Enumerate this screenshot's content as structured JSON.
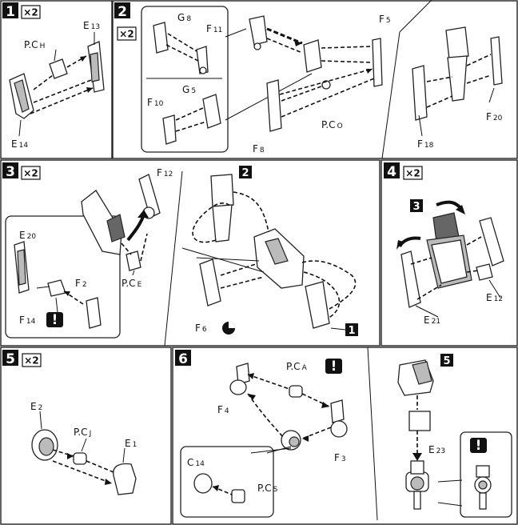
{
  "steps": [
    {
      "number": "1",
      "multiplier": "×2"
    },
    {
      "number": "2",
      "multiplier": "×2"
    },
    {
      "number": "3",
      "multiplier": "×2"
    },
    {
      "number": "4",
      "multiplier": "×2"
    },
    {
      "number": "5",
      "multiplier": "×2"
    },
    {
      "number": "6"
    }
  ],
  "labels": {
    "s1_pch": "P.C",
    "s1_pch_c": "H",
    "s1_e13": "E",
    "s1_e13_c": "13",
    "s1_e14": "E",
    "s1_e14_c": "14",
    "s2_g8": "G",
    "s2_g8_c": "8",
    "s2_f11": "F",
    "s2_f11_c": "11",
    "s2_g5": "G",
    "s2_g5_c": "5",
    "s2_f10": "F",
    "s2_f10_c": "10",
    "s2_f5": "F",
    "s2_f5_c": "5",
    "s2_pco": "P.C",
    "s2_pco_c": "O",
    "s2_f8": "F",
    "s2_f8_c": "8",
    "s2_f18": "F",
    "s2_f18_c": "18",
    "s2_f20": "F",
    "s2_f20_c": "20",
    "s3_f12": "F",
    "s3_f12_c": "12",
    "s3_ref2": "2",
    "s3_e20": "E",
    "s3_e20_c": "20",
    "s3_f2": "F",
    "s3_f2_c": "2",
    "s3_f14": "F",
    "s3_f14_c": "14",
    "s3_pce": "P.C",
    "s3_pce_c": "E",
    "s3_f6": "F",
    "s3_f6_c": "6",
    "s3_ref1": "1",
    "s4_ref3": "3",
    "s4_e12": "E",
    "s4_e12_c": "12",
    "s4_e21": "E",
    "s4_e21_c": "21",
    "s5_e2": "E",
    "s5_e2_c": "2",
    "s5_pcj": "P.C",
    "s5_pcj_c": "J",
    "s5_e1": "E",
    "s5_e1_c": "1",
    "s6_pca": "P.C",
    "s6_pca_c": "A",
    "s6_f4": "F",
    "s6_f4_c": "4",
    "s6_f3": "F",
    "s6_f3_c": "3",
    "s6_c14": "C",
    "s6_c14_c": "14",
    "s6_pcs": "P.C",
    "s6_pcs_c": "S",
    "s6_ref5": "5",
    "s6_e23": "E",
    "s6_e23_c": "23"
  },
  "notices": [
    "!",
    "!",
    "!",
    "!"
  ],
  "colors": {
    "ink": "#111111",
    "paper": "#ffffff",
    "tone": "#bbbbbb"
  }
}
